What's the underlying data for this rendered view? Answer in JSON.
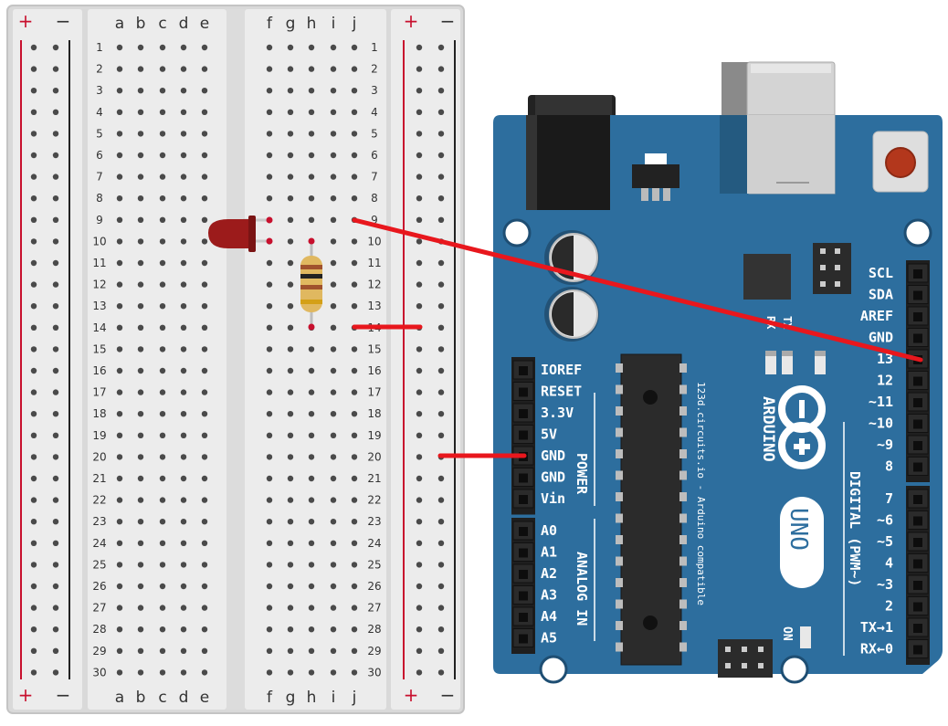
{
  "breadboard": {
    "rail_plus": "+",
    "rail_minus": "−",
    "columns_left": [
      "a",
      "b",
      "c",
      "d",
      "e"
    ],
    "columns_right": [
      "f",
      "g",
      "h",
      "i",
      "j"
    ],
    "rows": [
      "1",
      "2",
      "3",
      "4",
      "5",
      "6",
      "7",
      "8",
      "9",
      "10",
      "11",
      "12",
      "13",
      "14",
      "15",
      "16",
      "17",
      "18",
      "19",
      "20",
      "21",
      "22",
      "23",
      "24",
      "25",
      "26",
      "27",
      "28",
      "29",
      "30"
    ]
  },
  "arduino": {
    "brand": "ARDUINO",
    "model": "UNO",
    "credit": "123d.circuits.io - Arduino compatible",
    "on_label": "ON",
    "tx_label": "TX",
    "rx_label": "RX",
    "power_group_label": "POWER",
    "analog_group_label": "ANALOG IN",
    "digital_group_label": "DIGITAL (PWM~)",
    "power_pins": [
      "IOREF",
      "RESET",
      "3.3V",
      "5V",
      "GND",
      "GND",
      "Vin"
    ],
    "analog_pins": [
      "A0",
      "A1",
      "A2",
      "A3",
      "A4",
      "A5"
    ],
    "digital_upper_pins": [
      "SCL",
      "SDA",
      "AREF",
      "GND",
      "13",
      "12",
      "~11",
      "~10",
      "~9",
      "8"
    ],
    "digital_lower_pins": [
      "7",
      "~6",
      "~5",
      "4",
      "~3",
      "2",
      "TX→1",
      "RX←0"
    ],
    "colors": {
      "board": "#2d6e9e",
      "header": "#2b2b2b",
      "wire": "#e8171d"
    }
  },
  "components": {
    "led": {
      "color": "#9c1b1b"
    },
    "resistor": {
      "body_color": "#e0b860"
    }
  }
}
